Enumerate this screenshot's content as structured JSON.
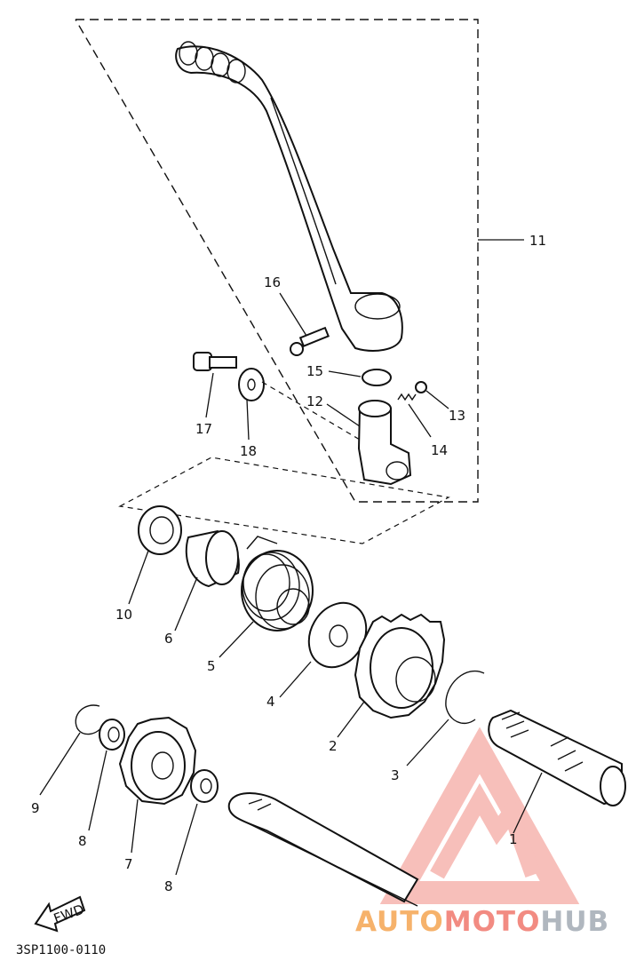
{
  "diagram": {
    "code": "3SP1100-0110",
    "fwd_label": "FWD",
    "callouts": {
      "p1": "1",
      "p2": "2",
      "p3": "3",
      "p4": "4",
      "p5": "5",
      "p6": "6",
      "p7": "7",
      "p8a": "8",
      "p8b": "8",
      "p9": "9",
      "p10": "10",
      "p11": "11",
      "p12": "12",
      "p13": "13",
      "p14": "14",
      "p15": "15",
      "p16": "16",
      "p17": "17",
      "p18": "18"
    }
  },
  "watermark": {
    "part1": "AUTO",
    "part2": "MOTO",
    "part3": "HUB"
  },
  "colors": {
    "line": "#111111",
    "watermark_red": "#f28b82",
    "watermark_orange": "#f6b26b",
    "watermark_gray": "#b0b7bf"
  }
}
